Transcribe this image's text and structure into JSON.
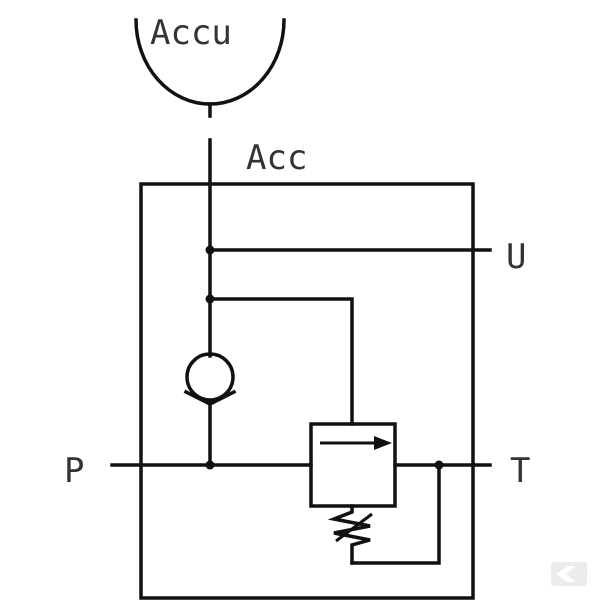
{
  "labels": {
    "accumulator": "Accu",
    "acc_port": "Acc",
    "port_u": "U",
    "port_p": "P",
    "port_t": "T"
  },
  "colors": {
    "line": "#111111",
    "text": "#333333",
    "watermark": "#ececec"
  },
  "icons": [
    "check-valve-icon",
    "pressure-relief-valve-icon",
    "spring-icon",
    "logo-watermark-icon"
  ]
}
